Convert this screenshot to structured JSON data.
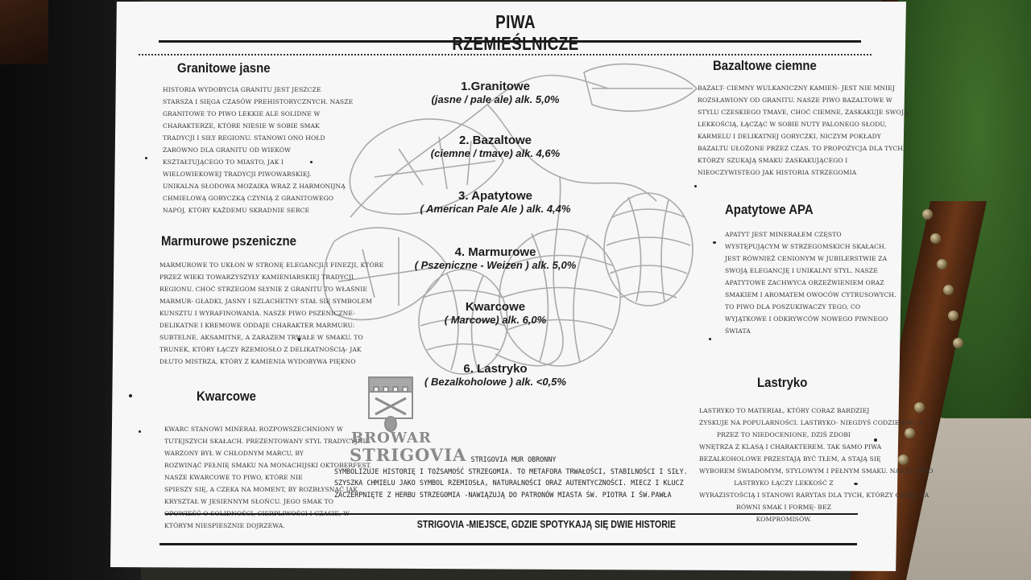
{
  "menu": {
    "title": "PIWA RZEMIEŚLNICZE",
    "left": [
      {
        "heading": "Granitowe jasne",
        "lines": [
          "Historia wydobycia granitu jest jeszcze",
          "starsza i sięga czasów prehistorycznych. Nasze",
          "Granitowe to piwo lekkie ale solidne w",
          "charakterze, które niesie w sobie smak",
          "tradycji i siły regionu. Stanowi ono hołd",
          "zarówno dla granitu od wieków",
          "kształtującego to miasto, jak i",
          "wielowiekowej tradycji piwowarskiej.",
          "Unikalna słodowa mozaika wraz z harmonijną",
          "chmielową goryczką czynią z Granitowego",
          "napój, który każdemu skradnie serce"
        ]
      },
      {
        "heading": "Marmurowe pszeniczne",
        "lines": [
          "Marmurowe to ukłon w stronę elegancji i finezji, które",
          "przez wieki towarzyszyły kamieniarskiej tradycji",
          "regionu. Choć Strzegom słynie z granitu to właśnie",
          "marmur- gładki, jasny i szlachetny stał się symbolem",
          "kunsztu i wyrafinowania. Nasze piwo pszeniczne-",
          "delikatne i kremowe oddaje charakter marmuru:",
          "subtelne, aksamitne, a zarazem trwałe w smaku. To",
          "trunek, który łączy rzemiosło z delikatnością- jak",
          "dłuto mistrza, który z kamienia wydobywa piękno"
        ]
      },
      {
        "heading": "Kwarcowe",
        "lines": [
          "Kwarc stanowi minerał rozpowszechniony w",
          "tutejszych skałach. Prezentowany styl tradycyjnie",
          "warzony był w chłodnym marcu, by",
          "rozwinąć pełnię smaku na monachijski Oktoberfest.",
          "Nasze Kwarcowe to piwo, które nie",
          "spieszy się, a czeka na moment, by rozbłysnąć jak",
          "kryształ w jesiennym słońcu. Jego smak to",
          "opowieść o solidności, cierpliwości i czasie, w",
          "którym niespiesznie dojrzewa."
        ]
      }
    ],
    "right": [
      {
        "heading": "Bazaltowe ciemne",
        "lines": [
          "Bazalt- ciemny wulkaniczny kamień- jest nie mniej",
          "rozsławiony od granitu. Nasze piwo Bazaltowe w",
          "stylu czeskiego tmave, choć ciemne, zaskakuje swoją",
          "lekkością, łącząc w sobie nuty palonego słodu,",
          "karmelu i delikatnej goryczki, niczym pokłady",
          "bazaltu ułożone przez czas. To propozycja dla tych,",
          "którzy szukają smaku zaskakującego i",
          "nieoczywistego jak historia Strzegomia"
        ]
      },
      {
        "heading": "Apatytowe APA",
        "lines": [
          "Apatyt jest minerałem często",
          "występującym w strzegomskich skałach.",
          "Jest również cenionym w jubilerstwie za",
          "swoją elegancję i unikalny styl. Nasze",
          "Apatytowe zachwyca orzeźwieniem oraz",
          "smakiem i aromatem owoców cytrusowych.",
          "To piwo dla poszukiwaczy tego, co",
          "wyjątkowe i odkrywców Nowego Piwnego",
          "Świata"
        ]
      },
      {
        "heading": "Lastryko",
        "lines": [
          "Lastryko to materiał, który coraz bardziej",
          "zyskuje na popularności. Lastryko- niegdyś codzienne, a",
          "przez to niedocenione, dziś zdobi",
          "wnętrza z klasą i charakterem. Tak samo piwa",
          "bezalkoholowe przestają być tłem, a stają się",
          "wyborem świadomym, stylowym i pełnym smaku. Nasze piwo",
          "Lastryko łączy lekkość z",
          "wyrazistością i stanowi rarytas dla tych, którzy cenią na",
          "równi smak i formę- bez",
          "kompromisów."
        ]
      }
    ],
    "beers": [
      {
        "name": "1.Granitowe",
        "detail": "(jasne / pale ale) alk. 5,0%"
      },
      {
        "name": "2. Bazaltowe",
        "detail": "(ciemne / tmave) alk. 4,6%"
      },
      {
        "name": "3. Apatytowe",
        "detail": "( American Pale Ale ) alk. 4,4%"
      },
      {
        "name": "4. Marmurowe",
        "detail": "( Pszeniczne - Weizen ) alk. 5,0%"
      },
      {
        "name": "Kwarcowe",
        "detail": "( Marcowe) alk. 6,0%"
      },
      {
        "name": "6. Lastryko",
        "detail": "( Bezalkoholowe ) alk. <0,5%"
      }
    ],
    "brand": {
      "line1": "BROWAR",
      "line2": "STRIGOVIA"
    },
    "about": {
      "title": "Strigovia mur obronny",
      "lines": [
        "symbolizuje historię i tożsamość Strzegomia. To metafora trwałości, stabilności i siły.",
        "Szyszka chmielu jako symbol rzemiosła, naturalności oraz autentyczności. Miecz i klucz",
        "zaczerpnięte z herbu Strzegomia -nawiązują do patronów miasta Św. Piotra i Św.Pawła"
      ]
    },
    "footer": "Strigovia -miejsce, gdzie spotykają się dwie historie"
  },
  "colors": {
    "paper": "#f6f7f6",
    "ink": "#1a1a1a",
    "hop_art": "#9a9a9a",
    "cushion": "#2e5620",
    "wood": "#5a2e16"
  }
}
